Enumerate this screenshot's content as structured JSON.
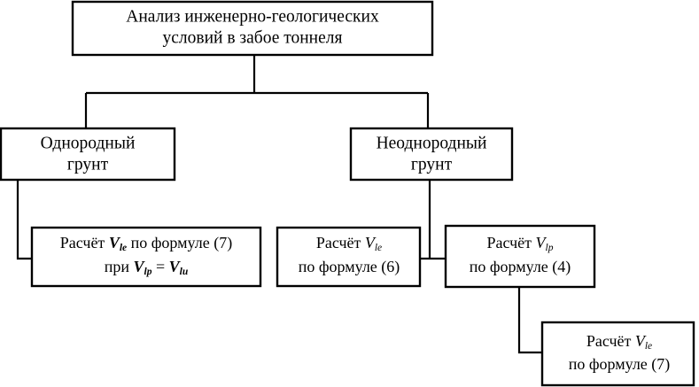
{
  "diagram": {
    "type": "flowchart",
    "title_text": "Анализ инженерно-геологических условий в забое тоннеля",
    "language": "ru",
    "background_color": "#ffffff",
    "line_color": "#000000",
    "text_color": "#000000",
    "nodes": {
      "root": {
        "id": "root",
        "line1": "Анализ инженерно-геологических",
        "line2": "условий в забое тоннеля"
      },
      "homogeneous": {
        "id": "homogeneous",
        "line1": "Однородный",
        "line2": "грунт"
      },
      "heterogeneous": {
        "id": "heterogeneous",
        "line1": "Неоднородный",
        "line2": "грунт"
      },
      "calc7_cond": {
        "id": "calc7_cond",
        "l1_pre": "Расчёт ",
        "l1_var": "V",
        "l1_sub": "le",
        "l1_post": " по формуле (7)",
        "l2_pre": "при ",
        "l2_var1": "V",
        "l2_sub1": "lp",
        "l2_eq": " = ",
        "l2_var2": "V",
        "l2_sub2": "lu"
      },
      "calc6": {
        "id": "calc6",
        "l1_pre": "Расчёт ",
        "l1_var": "V",
        "l1_sub": "le",
        "l2": "по формуле (6)"
      },
      "calc4": {
        "id": "calc4",
        "l1_pre": "Расчёт ",
        "l1_var": "V",
        "l1_sub": "lp",
        "l2": "по формуле (4)"
      },
      "calc7": {
        "id": "calc7",
        "l1_pre": "Расчёт ",
        "l1_var": "V",
        "l1_sub": "le",
        "l2": "по формуле (7)"
      }
    },
    "edges": [
      {
        "from": "root",
        "to": "homogeneous"
      },
      {
        "from": "root",
        "to": "heterogeneous"
      },
      {
        "from": "homogeneous",
        "to": "calc7_cond"
      },
      {
        "from": "heterogeneous",
        "to": "calc6"
      },
      {
        "from": "heterogeneous",
        "to": "calc4"
      },
      {
        "from": "calc4",
        "to": "calc7"
      }
    ]
  }
}
